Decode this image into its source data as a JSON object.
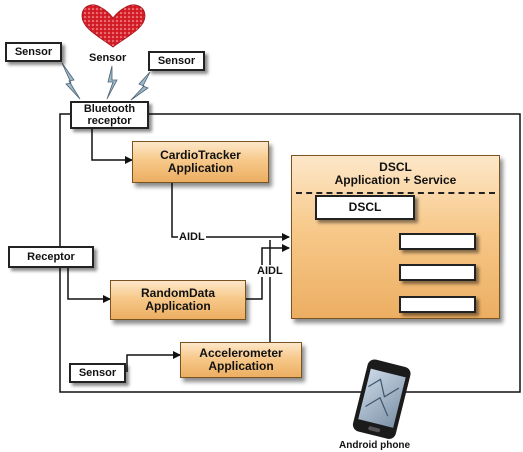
{
  "sensors": {
    "top_left": "Sensor",
    "heart": "Sensor",
    "top_right": "Sensor",
    "bottom": "Sensor"
  },
  "bluetooth": {
    "line1": "Bluetooth",
    "line2": "receptor"
  },
  "receptor": "Receptor",
  "apps": {
    "cardio": {
      "line1": "CardioTracker",
      "line2": "Application"
    },
    "random": {
      "line1": "RandomData",
      "line2": "Application"
    },
    "accel": {
      "line1": "Accelerometer",
      "line2": "Application"
    }
  },
  "dscl": {
    "title1": "DSCL",
    "title2": "Application + Service",
    "inner_label": "DSCL",
    "sub_boxes": [
      "",
      "",
      ""
    ]
  },
  "aidl_labels": [
    "AIDL",
    "AIDL"
  ],
  "device_label": "Android phone",
  "colors": {
    "orange_fill": "#f7c98a",
    "orange_border": "#7a5420",
    "heart": "#d8202a",
    "line": "#111111"
  },
  "icons": [
    "heart-icon",
    "signal-bolt-icon",
    "android-phone-icon"
  ]
}
